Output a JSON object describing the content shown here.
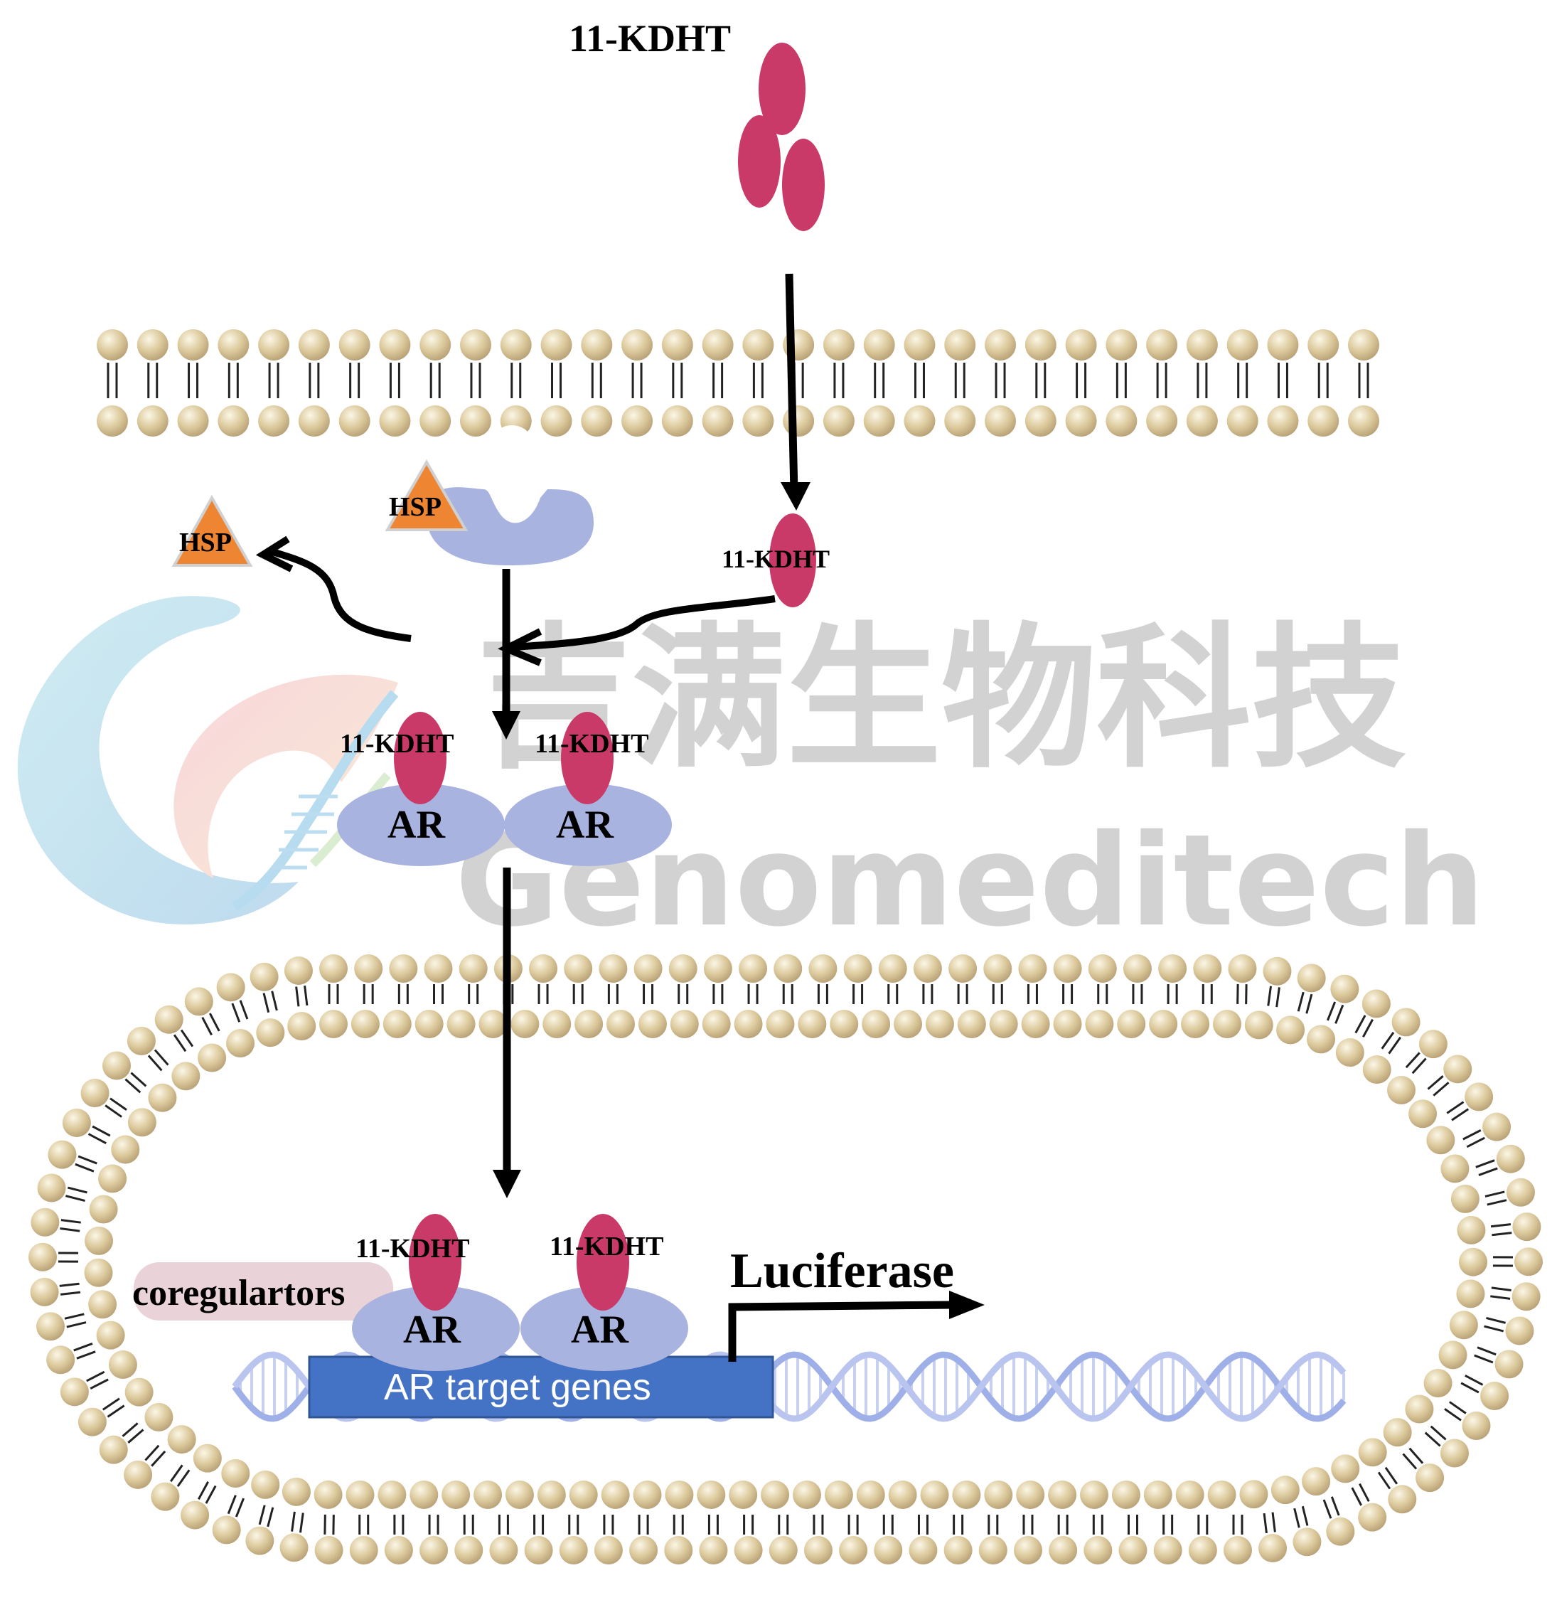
{
  "watermark": {
    "chinese": "吉满生物科技",
    "english": "Genomeditech"
  },
  "labels": {
    "ligand_top": "11-KDHT",
    "ligand_cytoplasm": "11-KDHT",
    "hsp_bound": "HSP",
    "hsp_free": "HSP",
    "dimer1_left_ligand": "11-KDHT",
    "dimer1_right_ligand": "11-KDHT",
    "dimer1_left_receptor": "AR",
    "dimer1_right_receptor": "AR",
    "dimer2_left_ligand": "11-KDHT",
    "dimer2_right_ligand": "11-KDHT",
    "dimer2_left_receptor": "AR",
    "dimer2_right_receptor": "AR",
    "coregulators": "coregulartors",
    "target_genes": "AR target genes",
    "reporter": "Luciferase"
  },
  "colors": {
    "ligand": "#c93a68",
    "receptor": "#a9b3df",
    "hsp": "#ee8533",
    "gene_box": "#4472c4",
    "lipid_head": "#ddcb9e",
    "coregulator": "#e9d3d9",
    "dna": "#b4c0ec"
  }
}
